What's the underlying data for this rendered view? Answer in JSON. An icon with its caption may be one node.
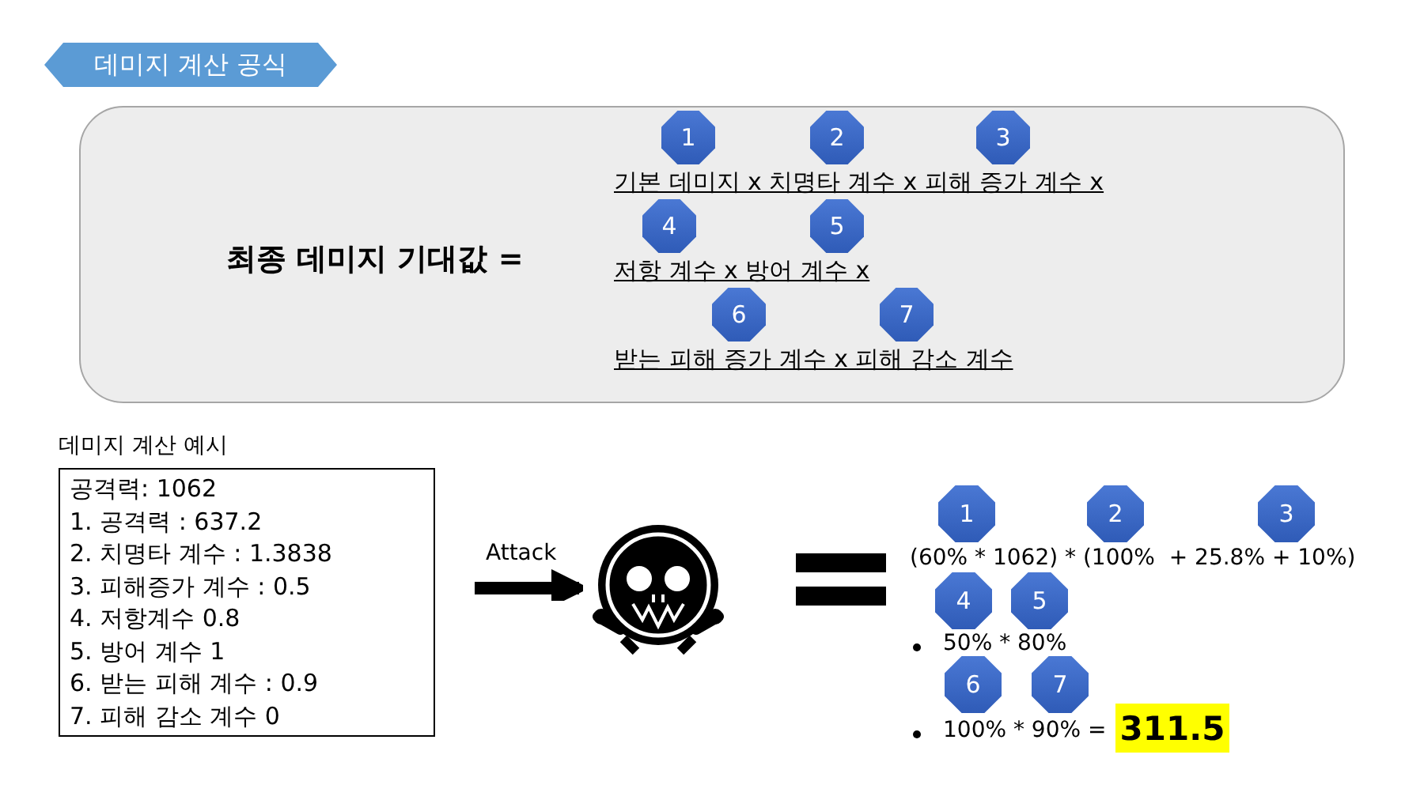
{
  "diagram": {
    "nodes": [
      {
        "text": [
          "데미지 계산 공식"
        ]
      },
      {
        "text": [
          "최종 데미지 기대값 =",
          "기본 데미지 x 치명타 계수 x 피해 증가 계수 x",
          "저항 계수 x 방어 계수 x",
          "받는 피해 증가 계수 x 피해 감소 계수"
        ]
      },
      {
        "text": [
          "1"
        ],
        "in": 1
      },
      {
        "text": [
          "2"
        ],
        "in": 1
      },
      {
        "text": [
          "3"
        ],
        "in": 1
      },
      {
        "text": [
          "4"
        ],
        "in": 1
      },
      {
        "text": [
          "5"
        ],
        "in": 1
      },
      {
        "text": [
          "6"
        ],
        "in": 1
      },
      {
        "text": [
          "7"
        ],
        "in": 1
      },
      {
        "text": [
          "데미지 계산 예시",
          "공격력: 1062",
          "1. 공격력 : 637.2",
          "2. 치명타 계수 : 1.3838",
          "3. 피해증가 계수 : 0.5",
          "4. 저항계수 0.8",
          "5. 방어 계수 1",
          "6. 받는 피해 계수 : 0.9",
          "7. 피해 감소 계수 0"
        ]
      },
      {
        "text": [],
        "shape": "picture"
      },
      {
        "text": [
          "1"
        ]
      },
      {
        "text": [
          "2"
        ]
      },
      {
        "text": [
          "3"
        ]
      },
      {
        "text": [
          "4"
        ]
      },
      {
        "text": [
          "5"
        ]
      },
      {
        "text": [
          "6"
        ]
      },
      {
        "text": [
          "7"
        ]
      },
      {
        "text": [
          "311.5"
        ]
      }
    ],
    "edges": [
      {
        "from": 9,
        "to": 10,
        "arrow": "to",
        "label": "Attack"
      }
    ],
    "labels": [
      "(60% * 1062) * (100%  + 25.8% + 10%)",
      "50% * 80%",
      "100% * 90% ="
    ]
  }
}
